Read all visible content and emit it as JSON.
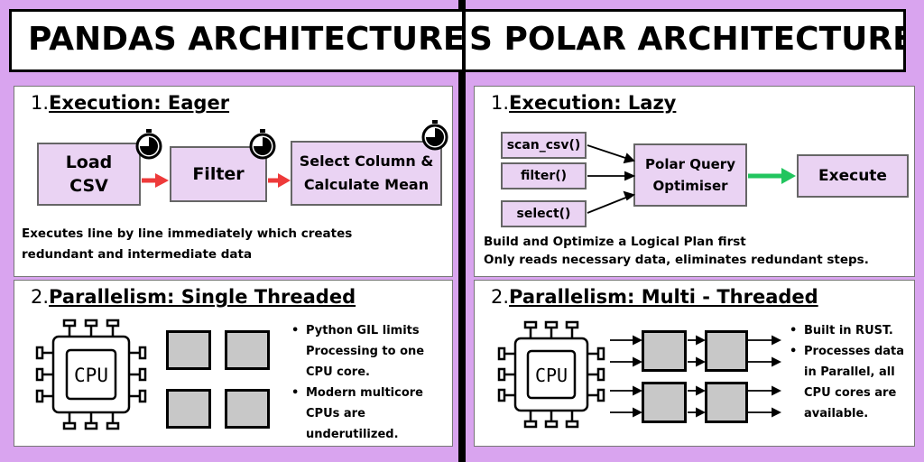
{
  "title": {
    "left": "PANDAS ARCHITECTURE V",
    "right": "S POLAR ARCHITECTURE"
  },
  "pandas": {
    "execution": {
      "number": "1.",
      "heading": "Execution: Eager",
      "steps": [
        "Load CSV",
        "Filter",
        "Select Column & Calculate Mean"
      ],
      "description": [
        "Executes line by line immediately which creates",
        "redundant and intermediate data"
      ]
    },
    "parallelism": {
      "number": "2.",
      "heading": "Parallelism: Single Threaded",
      "cpu_label": "CPU",
      "bullets": [
        "Python GIL limits Processing to one CPU core.",
        "Modern multicore CPUs are underutilized."
      ]
    }
  },
  "polar": {
    "execution": {
      "number": "1.",
      "heading": "Execution: Lazy",
      "inputs": [
        "scan_csv()",
        "filter()",
        "select()"
      ],
      "optimiser": "Polar Query Optimiser",
      "execute": "Execute",
      "description": [
        "Build and Optimize a Logical Plan first",
        "Only reads necessary data, eliminates redundant steps."
      ]
    },
    "parallelism": {
      "number": "2.",
      "heading": "Parallelism: Multi - Threaded",
      "cpu_label": "CPU",
      "bullets": [
        "Built in RUST.",
        "Processes data in Parallel, all CPU cores are available."
      ]
    }
  },
  "colors": {
    "background": "#d9a4ef",
    "node_fill": "#ead3f3",
    "red_arrow": "#ee3a3a",
    "green_arrow": "#22c55e",
    "core_fill": "#c8c8c8"
  },
  "icons": {
    "timer": "stopwatch-icon",
    "cpu": "cpu-chip-icon"
  }
}
